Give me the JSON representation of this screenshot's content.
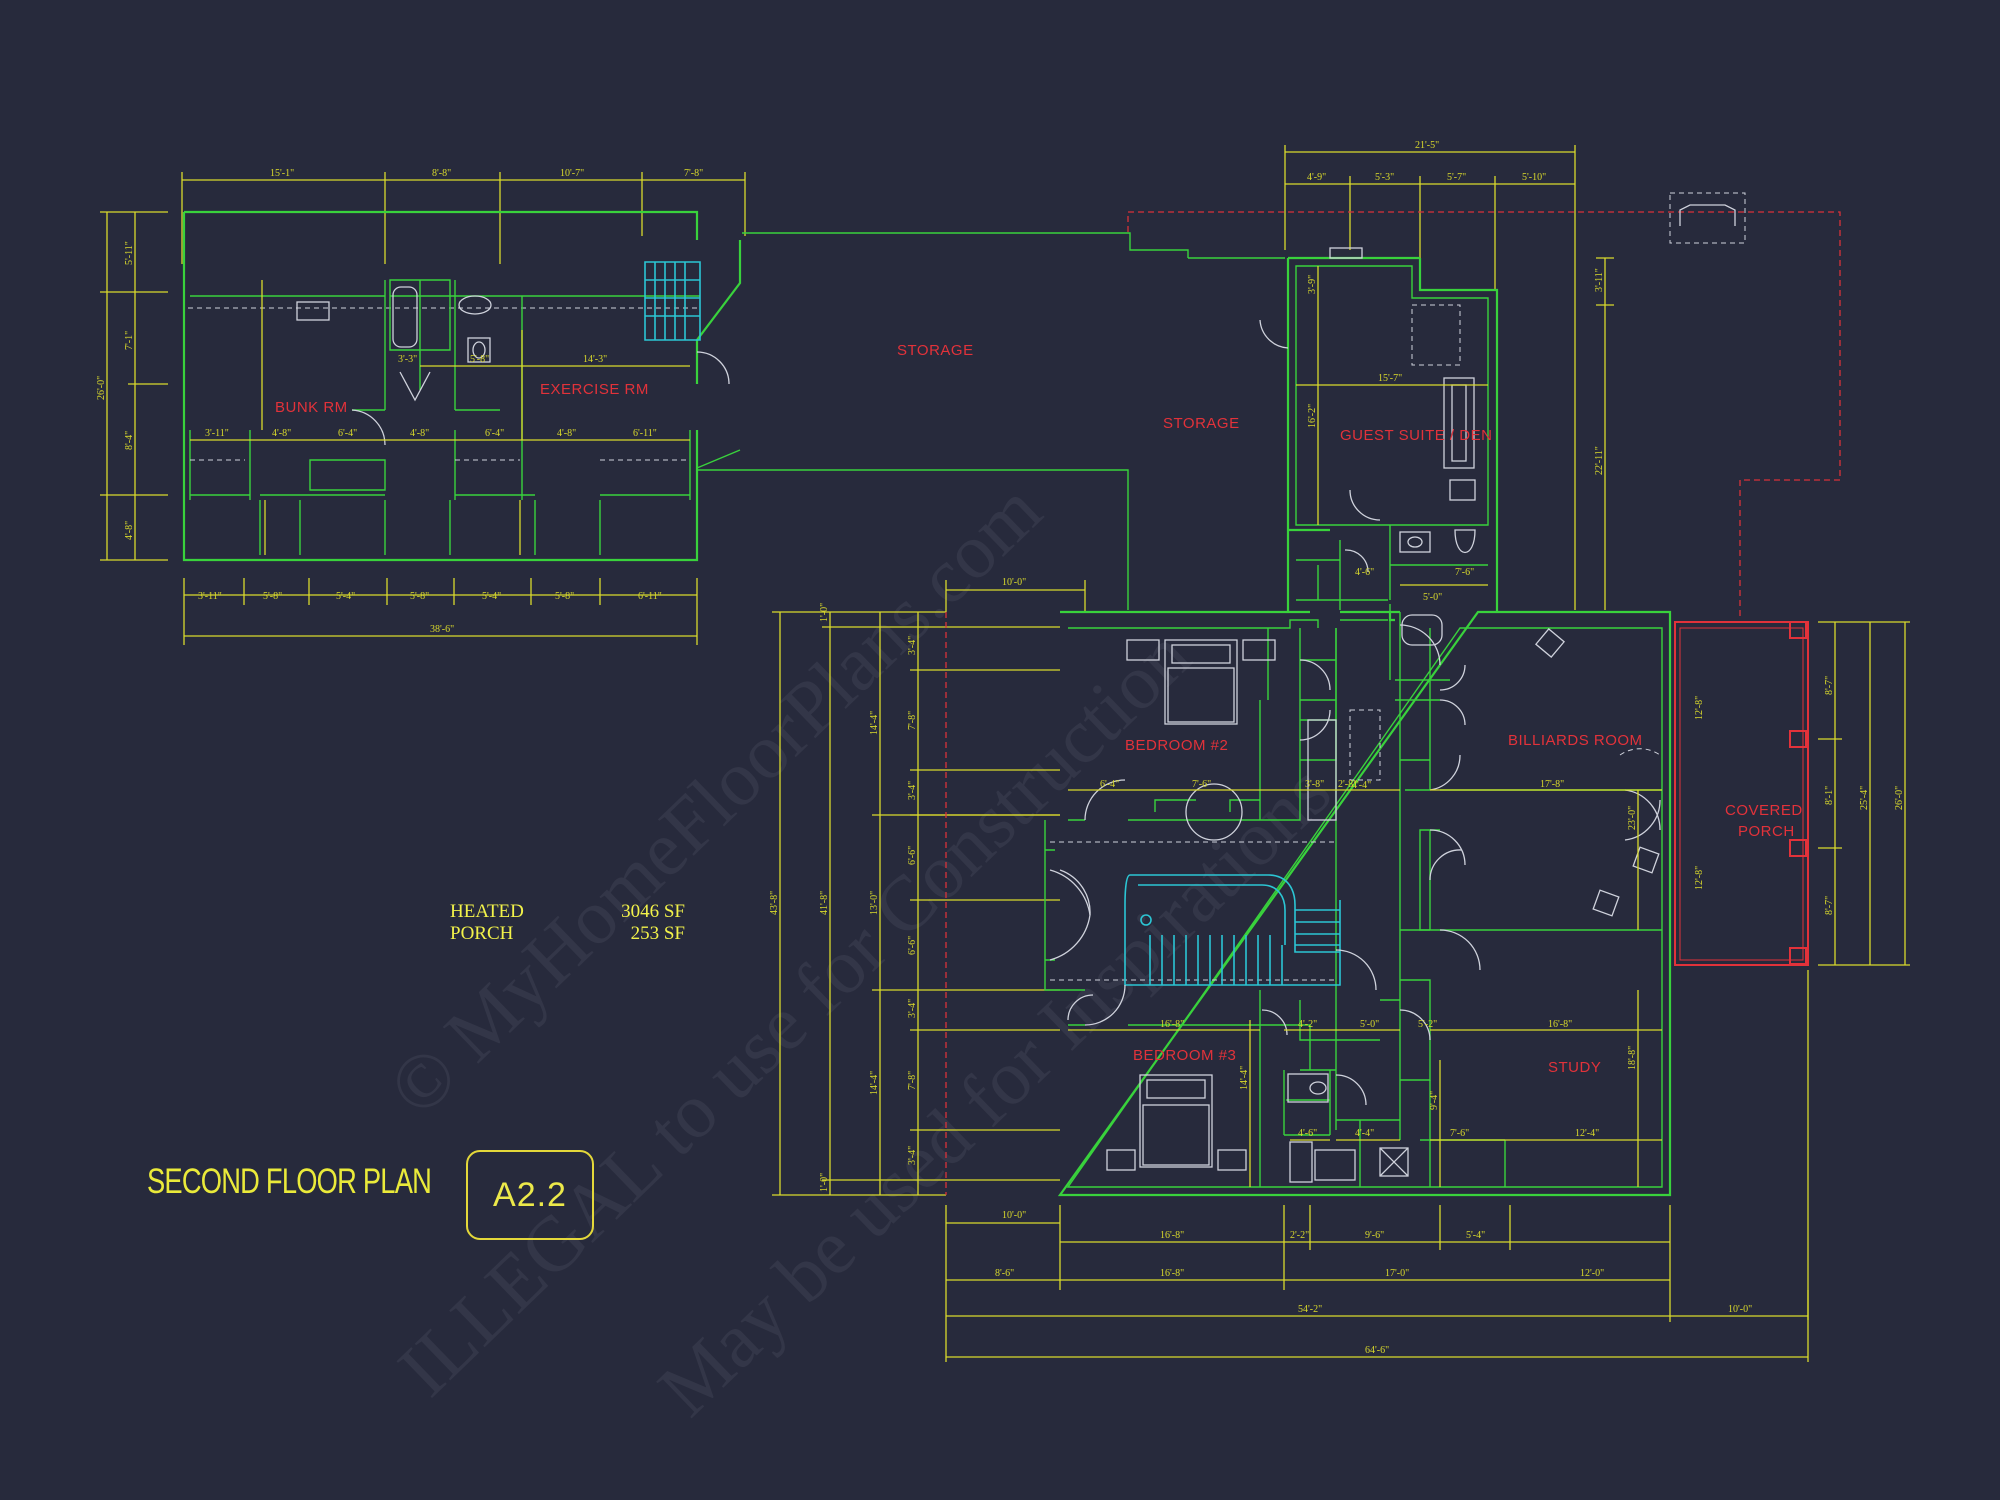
{
  "watermark": {
    "line1": "© MyHomeFloorPlans.com",
    "line2": "ILLEGAL to use for Construction",
    "line3": "May be used for Inspirations"
  },
  "title_block": {
    "plan_title": "SECOND FLOOR PLAN",
    "sheet_number": "A2.2"
  },
  "areas": [
    {
      "label": "HEATED",
      "value": "3046 SF"
    },
    {
      "label": "PORCH",
      "value": "253 SF"
    }
  ],
  "rooms": {
    "bunk_rm": "BUNK RM",
    "exercise_rm": "EXERCISE RM",
    "storage_1": "STORAGE",
    "storage_2": "STORAGE",
    "guest_suite": "GUEST SUITE / DEN",
    "bedroom_2": "BEDROOM #2",
    "billiards": "BILLIARDS ROOM",
    "covered_porch_1": "COVERED",
    "covered_porch_2": "PORCH",
    "bedroom_3": "BEDROOM #3",
    "study": "STUDY"
  },
  "dimensions": {
    "left_top": [
      "15'-1\"",
      "8'-8\"",
      "10'-7\"",
      "7'-8\""
    ],
    "left_bottom": [
      "3'-11\"",
      "5'-8\"",
      "5'-4\"",
      "5'-8\"",
      "5'-4\"",
      "5'-8\"",
      "6'-11\""
    ],
    "left_bottom_total": "38'-6\"",
    "left_side": [
      "5'-11\"",
      "7'-1\"",
      "8'-4\"",
      "4'-8\""
    ],
    "left_side_total": "26'-0\"",
    "left_inner": [
      "3'-11\"",
      "4'-8\"",
      "6'-4\"",
      "4'-8\"",
      "6'-4\"",
      "4'-8\"",
      "6'-11\"",
      "14'-3\"",
      "3'-3\"",
      "5'-8\""
    ],
    "guest_top_total": "21'-5\"",
    "guest_top": [
      "4'-9\"",
      "5'-3\"",
      "5'-7\"",
      "5'-10\""
    ],
    "guest_right": [
      "3'-11\"",
      "22'-11\""
    ],
    "guest_inner": [
      "15'-7\"",
      "16'-2\"",
      "3'-9\"",
      "4'-6\"",
      "7'-6\"",
      "5'-0\""
    ],
    "main_left_outer": "43'-8\"",
    "main_left_mid": "41'-8\"",
    "main_left_parts": [
      "14'-4\"",
      "13'-0\"",
      "14'-4\""
    ],
    "main_left_inner": [
      "3'-4\"",
      "7'-8\"",
      "3'-4\"",
      "6'-6\"",
      "6'-6\"",
      "3'-4\"",
      "7'-8\"",
      "3'-4\""
    ],
    "main_left_ends": [
      "1'-0\"",
      "1'-0\""
    ],
    "balcony_top": "10'-0\"",
    "balcony_bottom": "10'-0\"",
    "main_inner": [
      "6'-4\"",
      "7'-6\"",
      "3'-8\"",
      "2'-8\"",
      "17'-8\"",
      "4'-4\"",
      "16'-8\"",
      "16'-8\"",
      "4'-2\"",
      "5'-0\"",
      "5'-2\"",
      "4'-6\"",
      "4'-4\"",
      "7'-6\"",
      "12'-4\"",
      "23'-0\"",
      "18'-8\"",
      "9'-4\"",
      "14'-4\"",
      "12'-8\"",
      "12'-8\""
    ],
    "main_bottom_row1": [
      "16'-8\"",
      "2'-2\"",
      "9'-6\"",
      "5'-4\""
    ],
    "main_bottom_row2": [
      "8'-6\"",
      "16'-8\"",
      "17'-0\"",
      "12'-0\""
    ],
    "main_bottom_total1": "54'-2\"",
    "main_bottom_porch": "10'-0\"",
    "main_bottom_total2": "64'-6\"",
    "porch_side": [
      "8'-7\"",
      "8'-1\"",
      "8'-7\""
    ],
    "porch_side_total": "25'-4\"",
    "porch_right_total": "26'-0\""
  },
  "colors": {
    "background": "#272a3c",
    "walls": "#39d23c",
    "dimensions": "#d9d92c",
    "room_labels": "#e2323a",
    "fixtures": "#cfd2dc",
    "stairs": "#2cc6d4"
  }
}
